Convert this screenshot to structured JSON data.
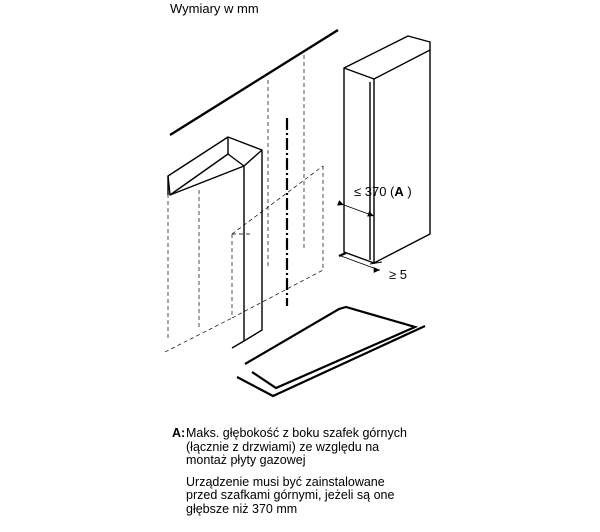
{
  "heading": "Wymiary w mm",
  "dimensions": {
    "depth_label_prefix": "≤ 370 (",
    "depth_label_key": "A",
    "depth_label_suffix": " )",
    "gap_label": "≥ 5"
  },
  "legend": {
    "key": "A:",
    "lines": [
      "Maks. głębokość z boku szafek górnych",
      "(łącznie z drzwiami) ze względu na",
      "montaż płyty gazowej"
    ],
    "note_lines": [
      "Urządzenie musi być zainstalowane",
      "przed szafkami górnymi, jeżeli są one",
      "głębsze niż 370 mm"
    ]
  }
}
